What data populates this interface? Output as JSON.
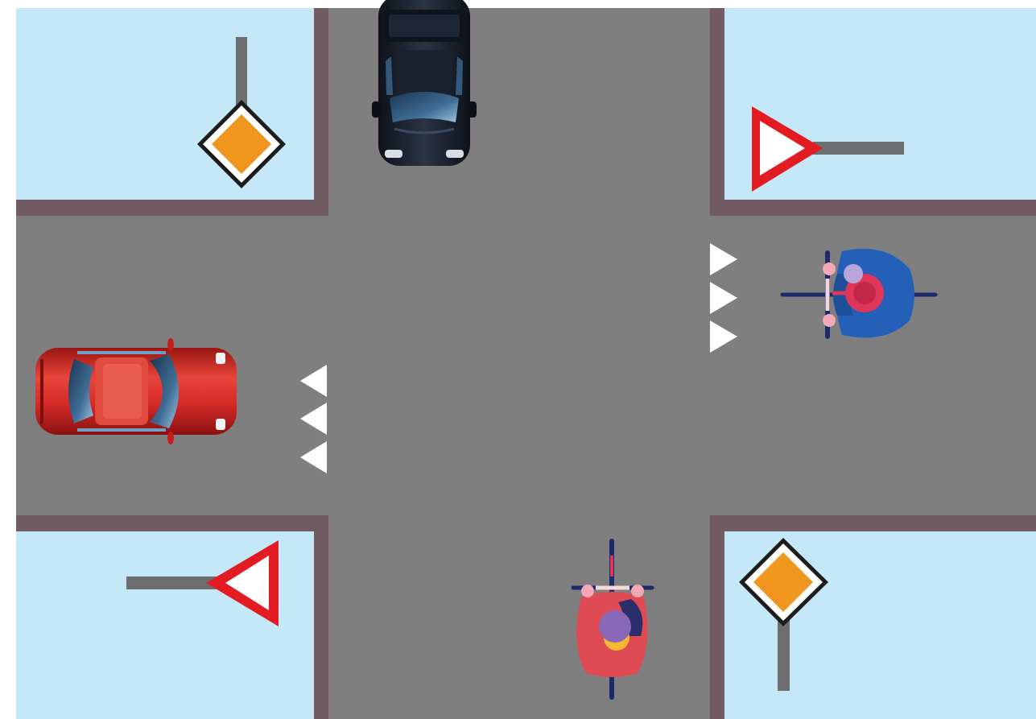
{
  "scene": {
    "type": "traffic-intersection",
    "colors": {
      "road": "#7f7f80",
      "corner_area": "#c5e8f8",
      "curb": "#705c62",
      "shark_teeth": "#ffffff",
      "priority_sign_fill": "#f0961e",
      "yield_sign_border": "#e31b23",
      "sign_post": "#6d6e70",
      "red_car": "#d42a28",
      "dark_car": "#1f2633",
      "cyclist_blue_shirt": "#2560b8",
      "cyclist_red_shirt": "#e04a55"
    },
    "signs": [
      {
        "id": "nw",
        "kind": "priority-road",
        "icon": "diamond-priority-road-icon"
      },
      {
        "id": "ne",
        "kind": "yield",
        "icon": "yield-triangle-icon"
      },
      {
        "id": "sw",
        "kind": "yield",
        "icon": "yield-triangle-icon"
      },
      {
        "id": "se",
        "kind": "priority-road",
        "icon": "diamond-priority-road-icon"
      }
    ],
    "road_markings": [
      {
        "id": "west",
        "kind": "yield-line-triangles",
        "count": 3,
        "points": "left"
      },
      {
        "id": "east",
        "kind": "yield-line-triangles",
        "count": 3,
        "points": "right"
      }
    ],
    "vehicles": [
      {
        "id": "dark-car",
        "kind": "car",
        "color": "dark",
        "heading": "south"
      },
      {
        "id": "red-car",
        "kind": "car",
        "color": "red",
        "heading": "east"
      },
      {
        "id": "blue-cyclist",
        "kind": "cyclist",
        "heading": "west"
      },
      {
        "id": "red-cyclist",
        "kind": "cyclist",
        "heading": "north"
      }
    ]
  }
}
